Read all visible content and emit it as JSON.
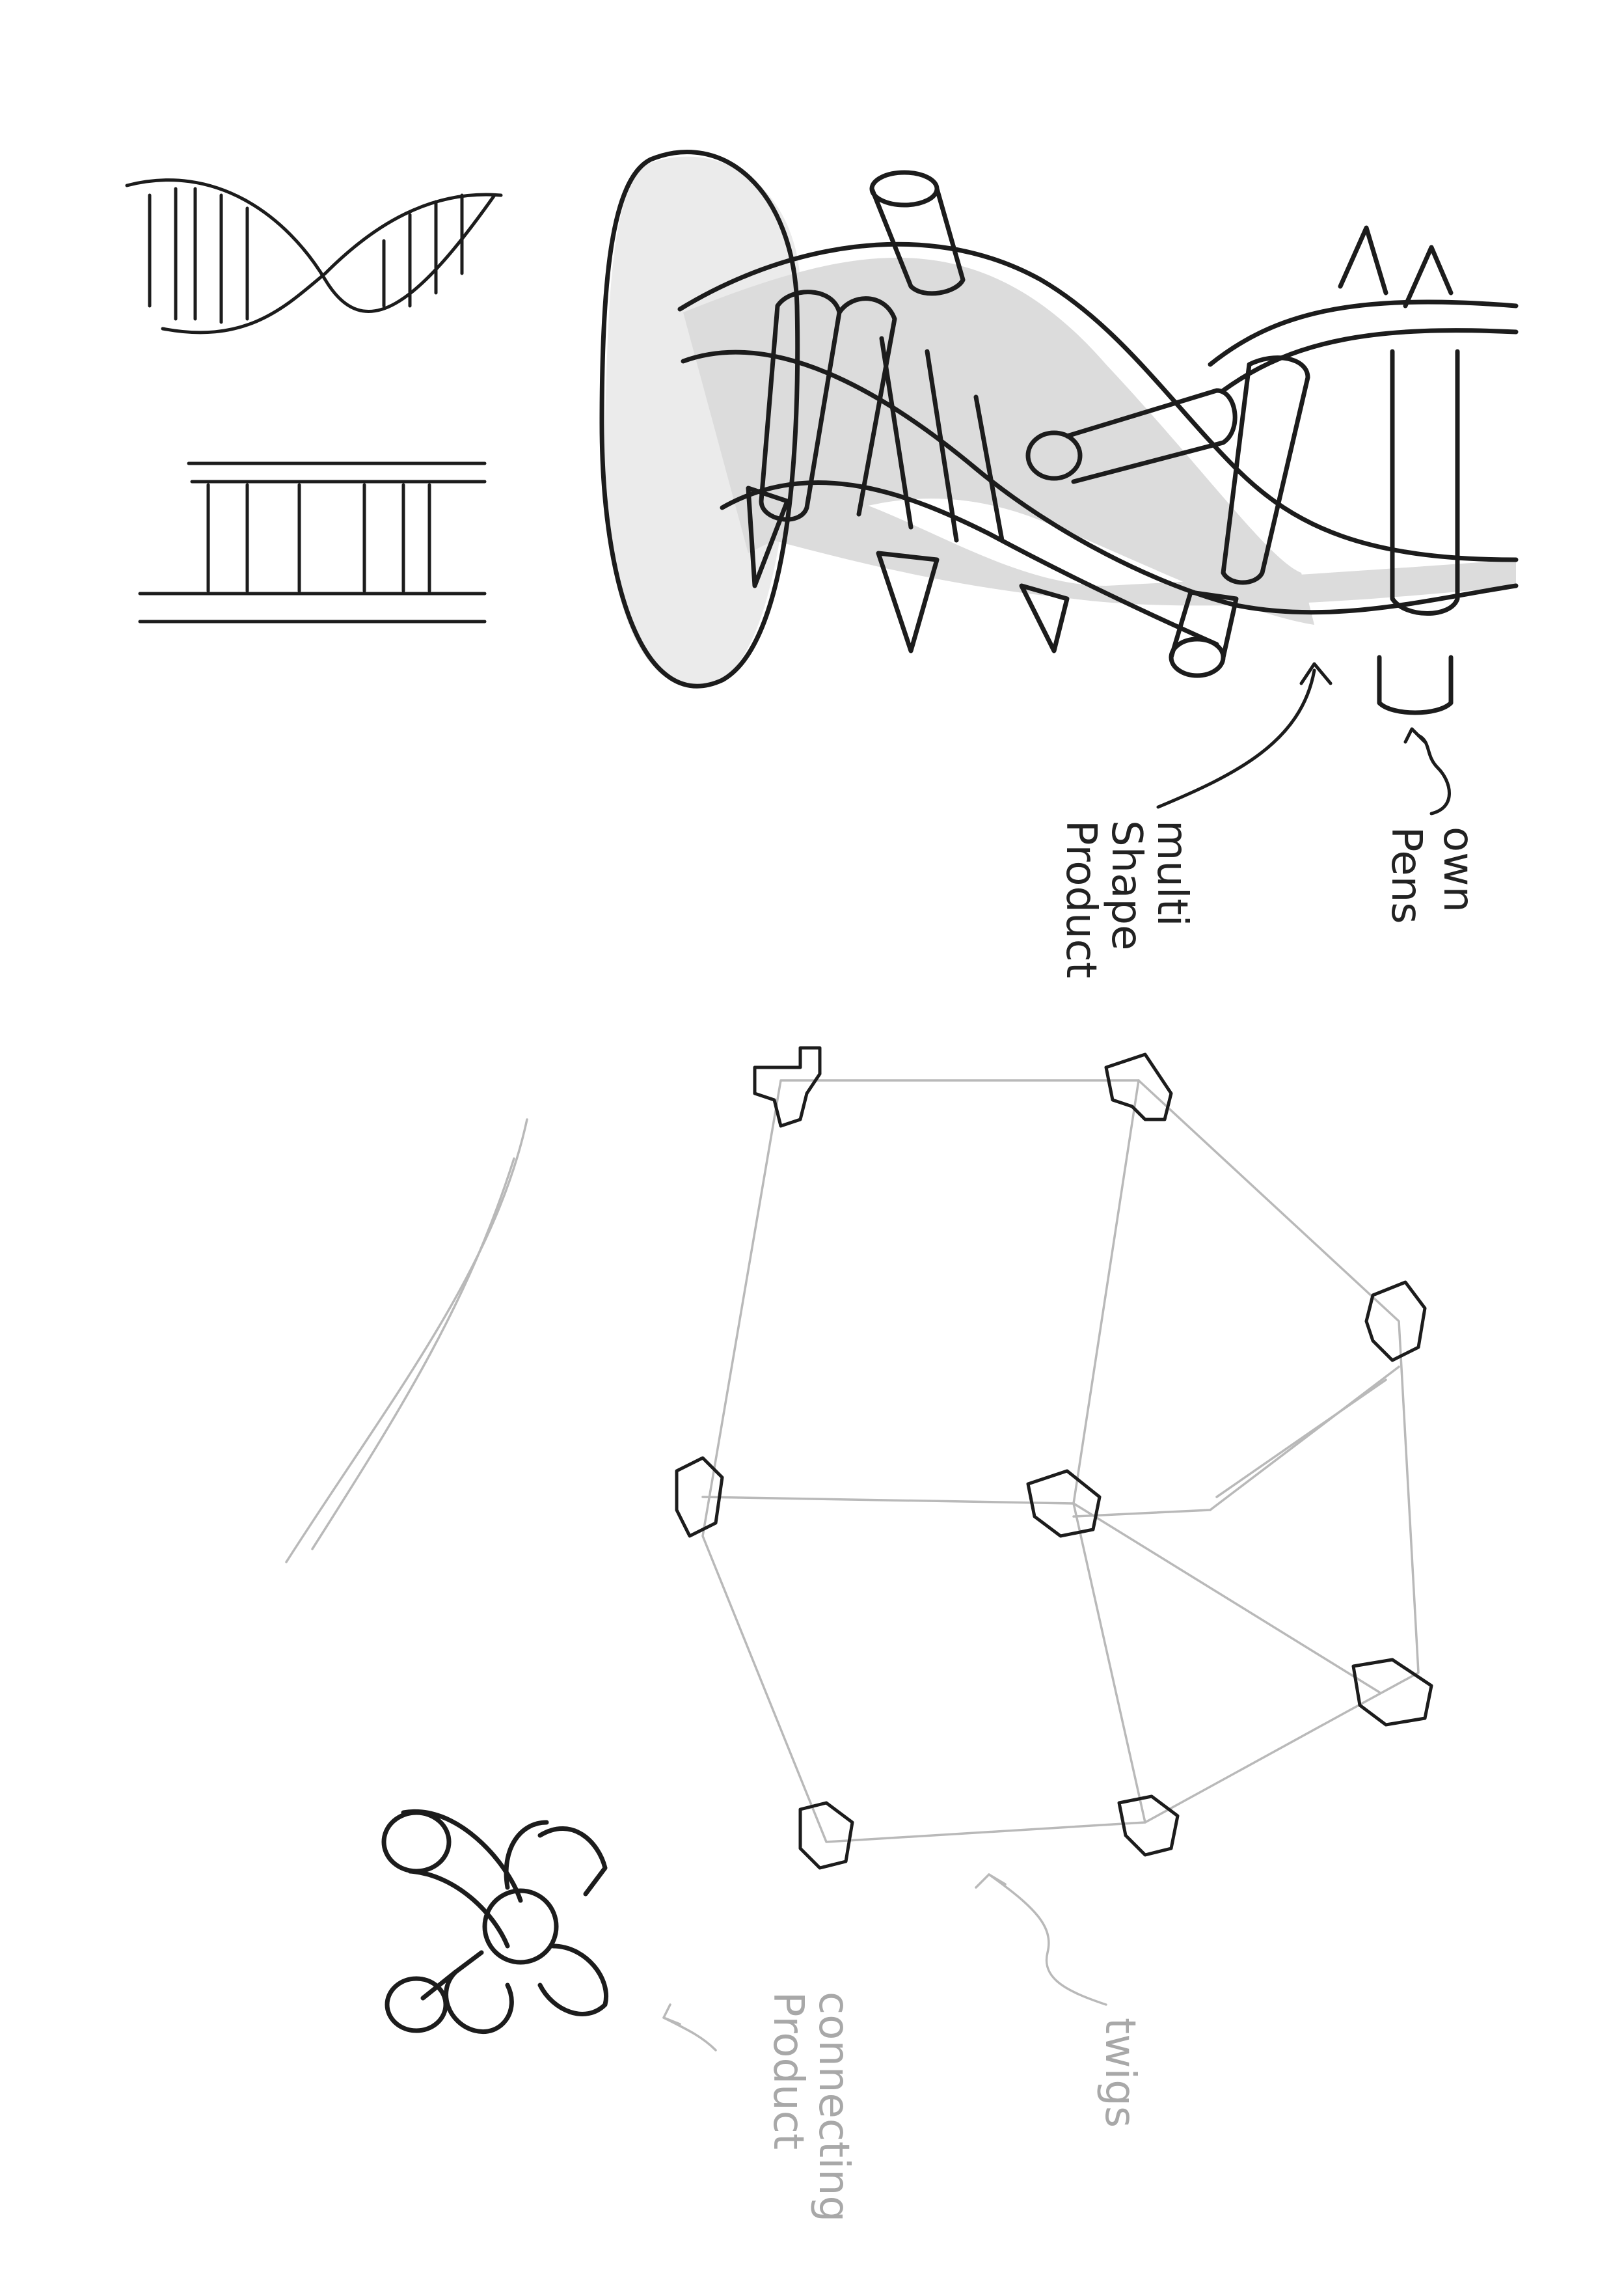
{
  "labels": {
    "multi_shape": [
      "multi",
      "Shape",
      "Product"
    ],
    "own_pens": [
      "own",
      "Pens"
    ],
    "twigs": "twigs",
    "connecting": [
      "connecting",
      "Product"
    ]
  },
  "colors": {
    "ink": "#1c1c1c",
    "pencil": "#b9b9b9",
    "shading": "#dcdcdc",
    "paper": "#ffffff"
  }
}
